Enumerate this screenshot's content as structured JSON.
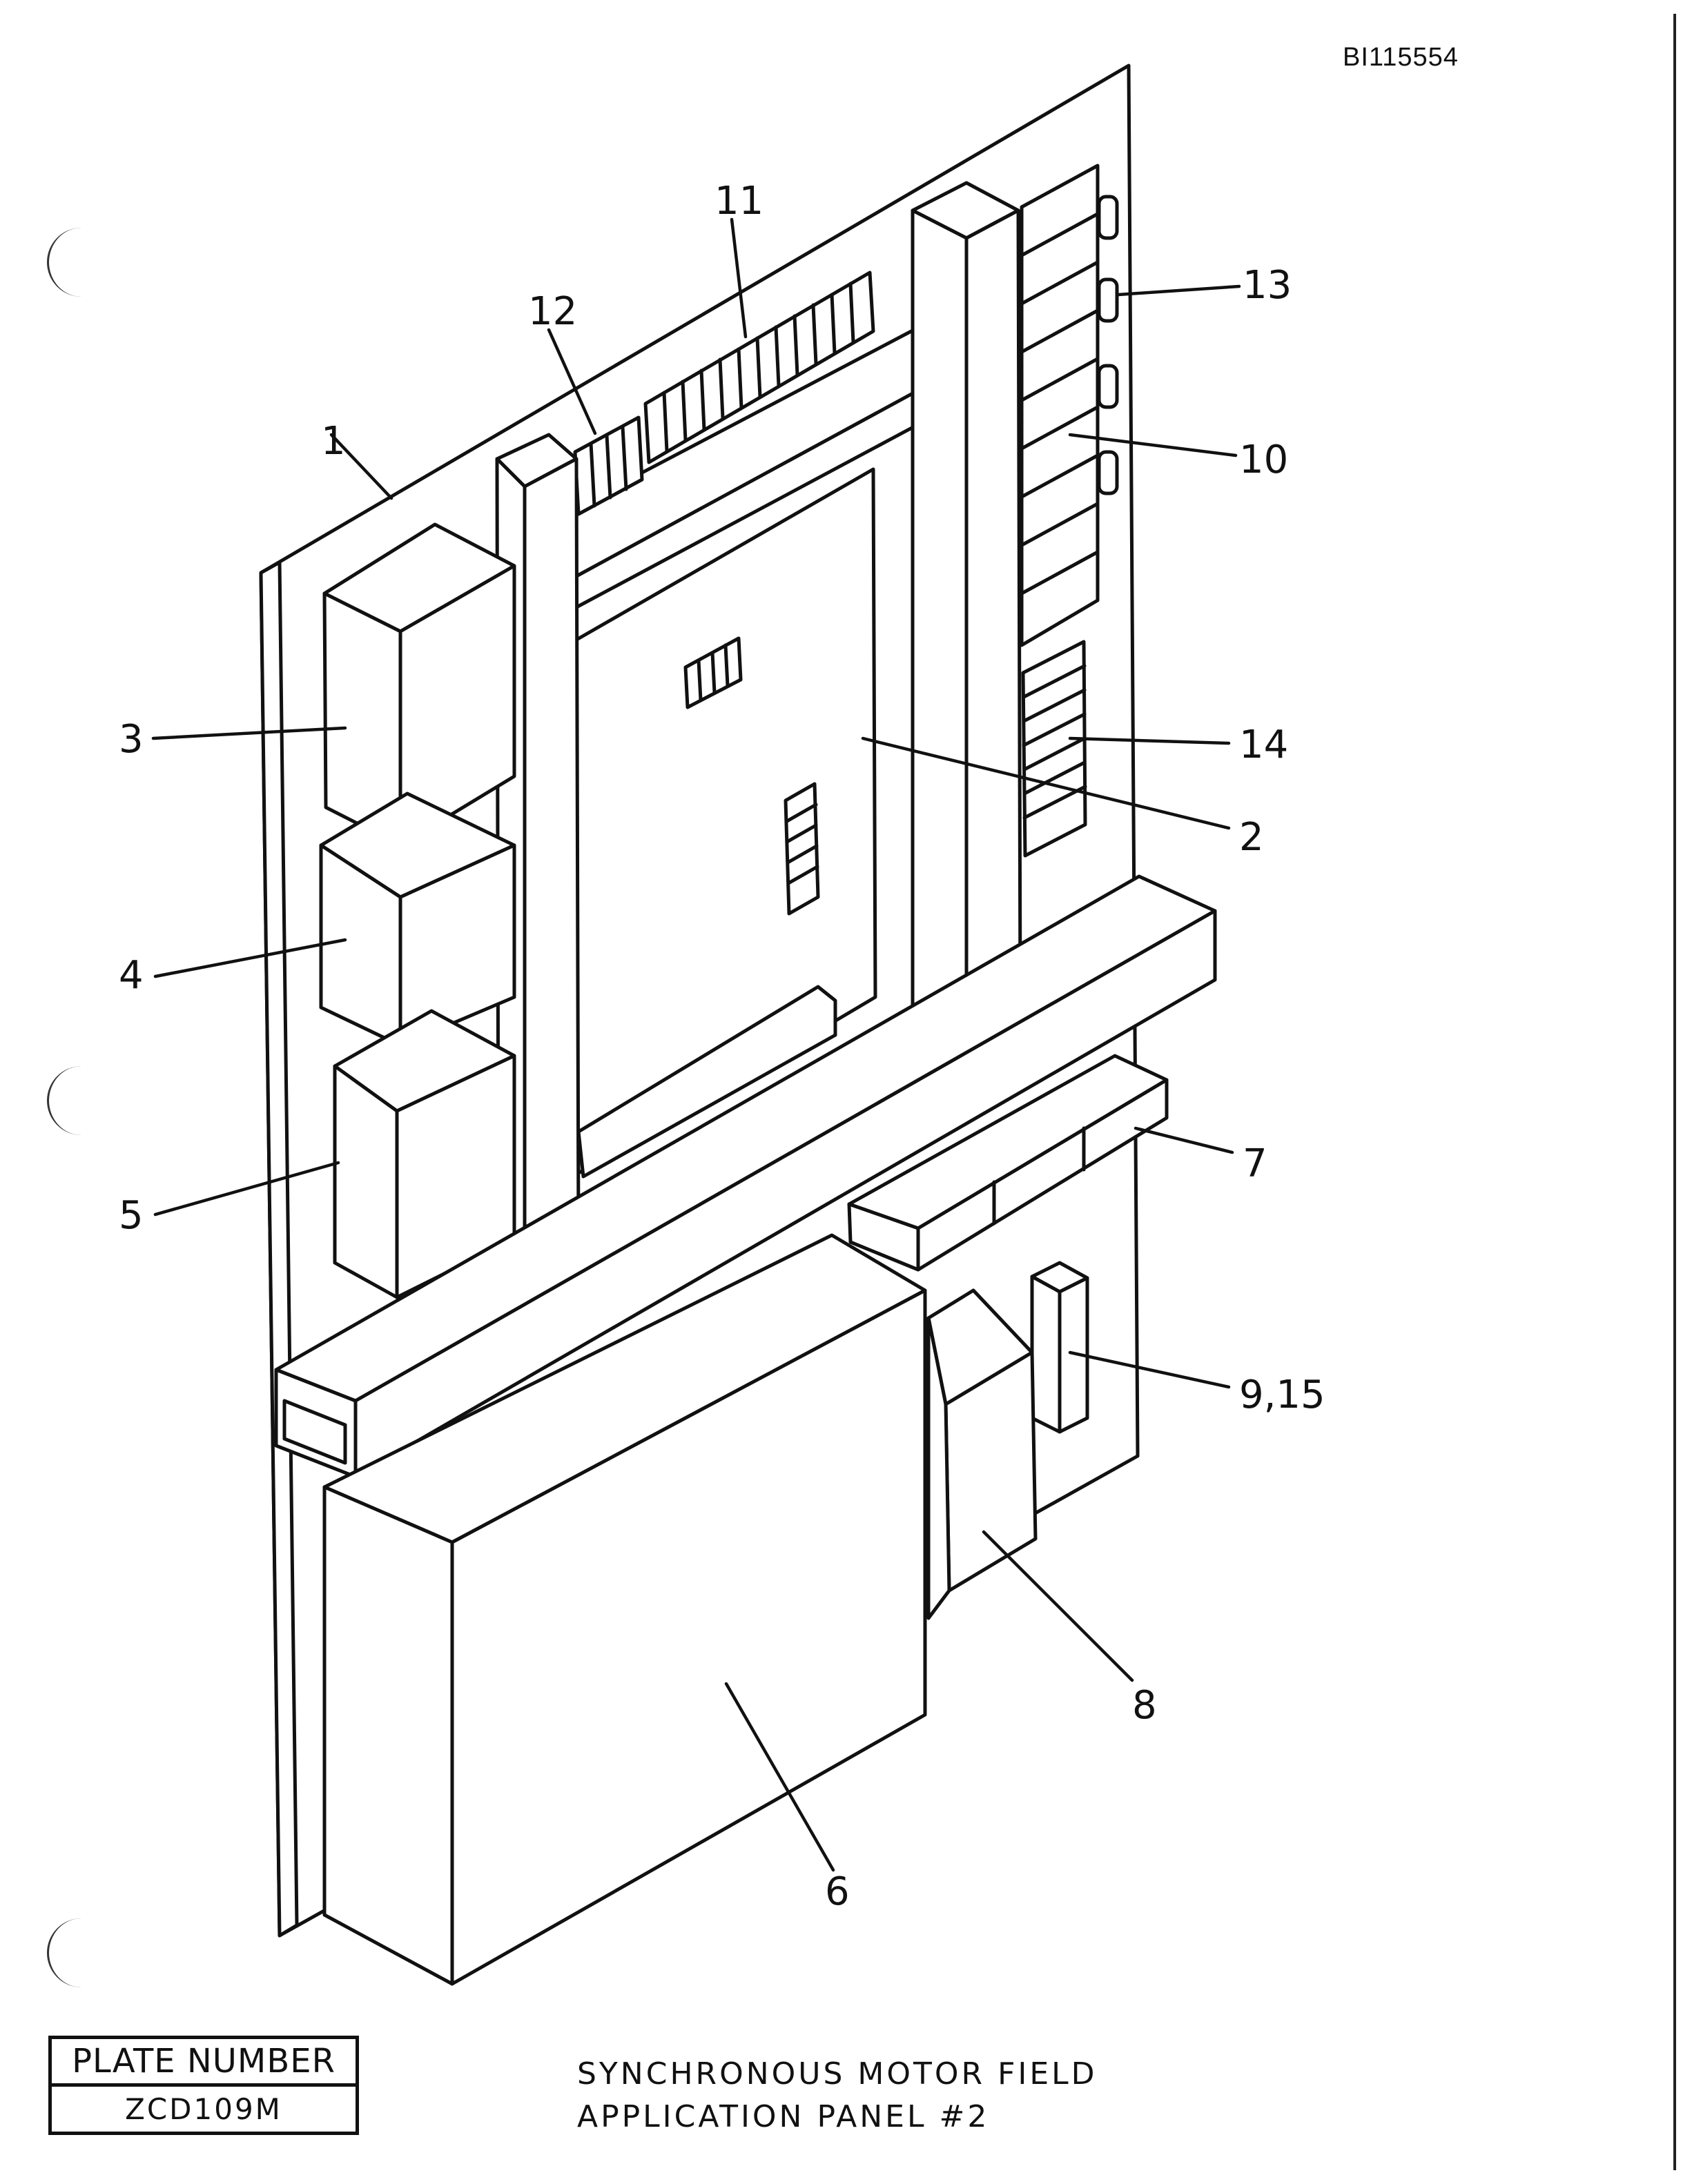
{
  "document": {
    "id": "BI115554",
    "plate_label": "PLATE NUMBER",
    "plate_number": "ZCD109M",
    "title_line1": "SYNCHRONOUS MOTOR FIELD",
    "title_line2": "APPLICATION PANEL #2"
  },
  "callouts": {
    "c1": "1",
    "c2": "2",
    "c3": "3",
    "c4": "4",
    "c5": "5",
    "c6": "6",
    "c7": "7",
    "c8": "8",
    "c9": "9,15",
    "c10": "10",
    "c11": "11",
    "c12": "12",
    "c13": "13",
    "c14": "14"
  }
}
